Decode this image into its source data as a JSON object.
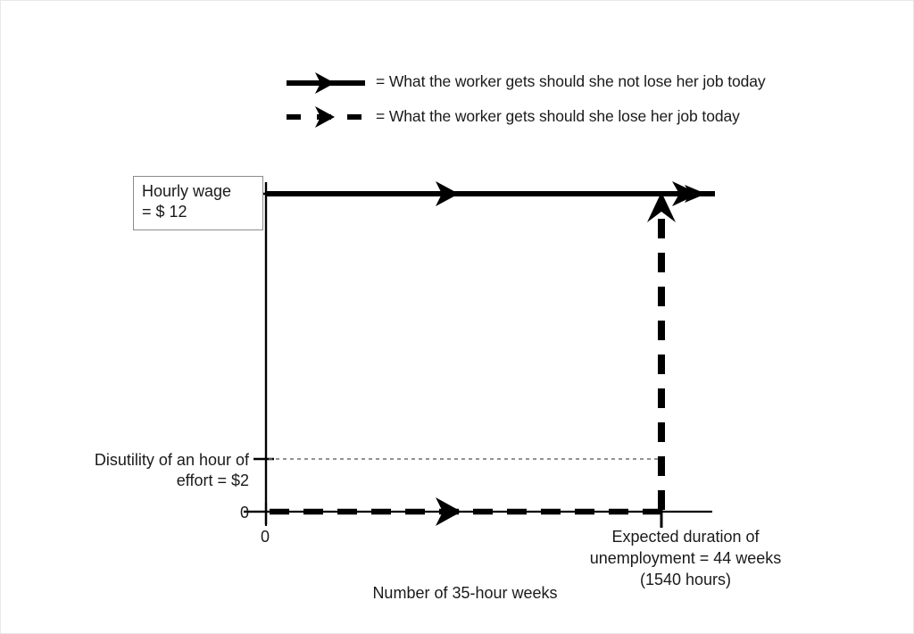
{
  "figure": {
    "legend": {
      "items": [
        {
          "style": "solid",
          "text": "= What the worker gets should she not lose her job today"
        },
        {
          "style": "dashed",
          "text": "= What the worker gets should she lose her job today"
        }
      ]
    },
    "callouts": {
      "hourly_wage_line1": "Hourly wage",
      "hourly_wage_line2": "= $ 12",
      "disutility_line1": "Disutility of an hour of",
      "disutility_line2": "effort = $2"
    },
    "axes": {
      "y_zero_tick": "0",
      "x_zero_tick": "0",
      "x_caption": "Number of 35-hour weeks",
      "x_marker_line1": "Expected duration of",
      "x_marker_line2": "unemployment = 44 weeks",
      "x_marker_line3": "(1540 hours)"
    },
    "colors": {
      "ink": "#1a1a1a",
      "line": "#000000",
      "callout_border": "#8c8c8c",
      "guide": "#808080",
      "background": "#ffffff"
    }
  },
  "chart_data": {
    "type": "line",
    "title": "",
    "xlabel": "Number of 35-hour weeks",
    "ylabel": "",
    "xlim": [
      0,
      1760
    ],
    "ylim": [
      0,
      13.4
    ],
    "grid": false,
    "legend_position": "top-center",
    "y_ticks": [
      {
        "value": 0,
        "label": "0"
      },
      {
        "value": 2,
        "label": "Disutility of an hour of effort = $2"
      },
      {
        "value": 12,
        "label": "Hourly wage = $ 12"
      }
    ],
    "x_ticks": [
      {
        "value": 0,
        "label": "0"
      },
      {
        "value": 1540,
        "label": "Expected duration of unemployment = 44 weeks (1540 hours)"
      }
    ],
    "series": [
      {
        "name": "What the worker gets should she not lose her job today",
        "style": "solid",
        "x": [
          0,
          1760
        ],
        "values": [
          12,
          12
        ]
      },
      {
        "name": "What the worker gets should she lose her job today",
        "style": "dashed",
        "x": [
          0,
          1540,
          1540,
          1760
        ],
        "values": [
          0,
          0,
          12,
          12
        ]
      }
    ],
    "annotations": [
      {
        "text": "Disutility of an hour of effort = $2",
        "y": 2,
        "type": "guide-line",
        "x_from": 0,
        "x_to": 1540
      },
      {
        "text": "Hourly wage = $ 12",
        "y": 12,
        "type": "callout-box"
      }
    ]
  }
}
